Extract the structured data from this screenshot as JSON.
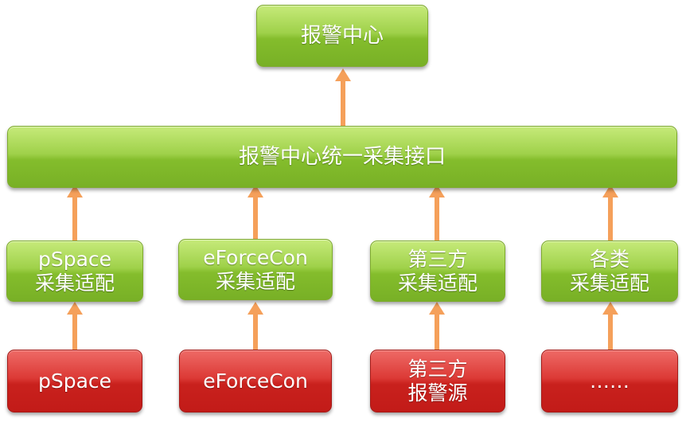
{
  "center": {
    "label": "报警中心"
  },
  "interface": {
    "label": "报警中心统一采集接口"
  },
  "adapters": [
    {
      "line1": "pSpace",
      "line2": "采集适配"
    },
    {
      "line1": "eForceCon",
      "line2": "采集适配"
    },
    {
      "line1": "第三方",
      "line2": "采集适配"
    },
    {
      "line1": "各类",
      "line2": "采集适配"
    }
  ],
  "sources": [
    {
      "line1": "pSpace",
      "line2": ""
    },
    {
      "line1": "eForceCon",
      "line2": ""
    },
    {
      "line1": "第三方",
      "line2": "报警源"
    },
    {
      "line1": "……",
      "line2": ""
    }
  ],
  "colors": {
    "node_green": "#9fd14a",
    "node_red": "#dc3a36",
    "arrow_orange": "#f5a05a",
    "text": "#ffffff"
  }
}
